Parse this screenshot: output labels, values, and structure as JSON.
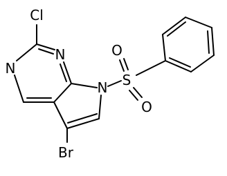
{
  "atoms": {
    "chlorine": "Cl",
    "nitrogen_upper": "N",
    "nitrogen_left": "N",
    "nitrogen_pyrrole": "N",
    "sulfur": "S",
    "oxygen_upper": "O",
    "oxygen_lower": "O",
    "bromine": "Br"
  },
  "colors": {
    "bond": "#000000",
    "label": "#000000",
    "background": "#ffffff"
  }
}
